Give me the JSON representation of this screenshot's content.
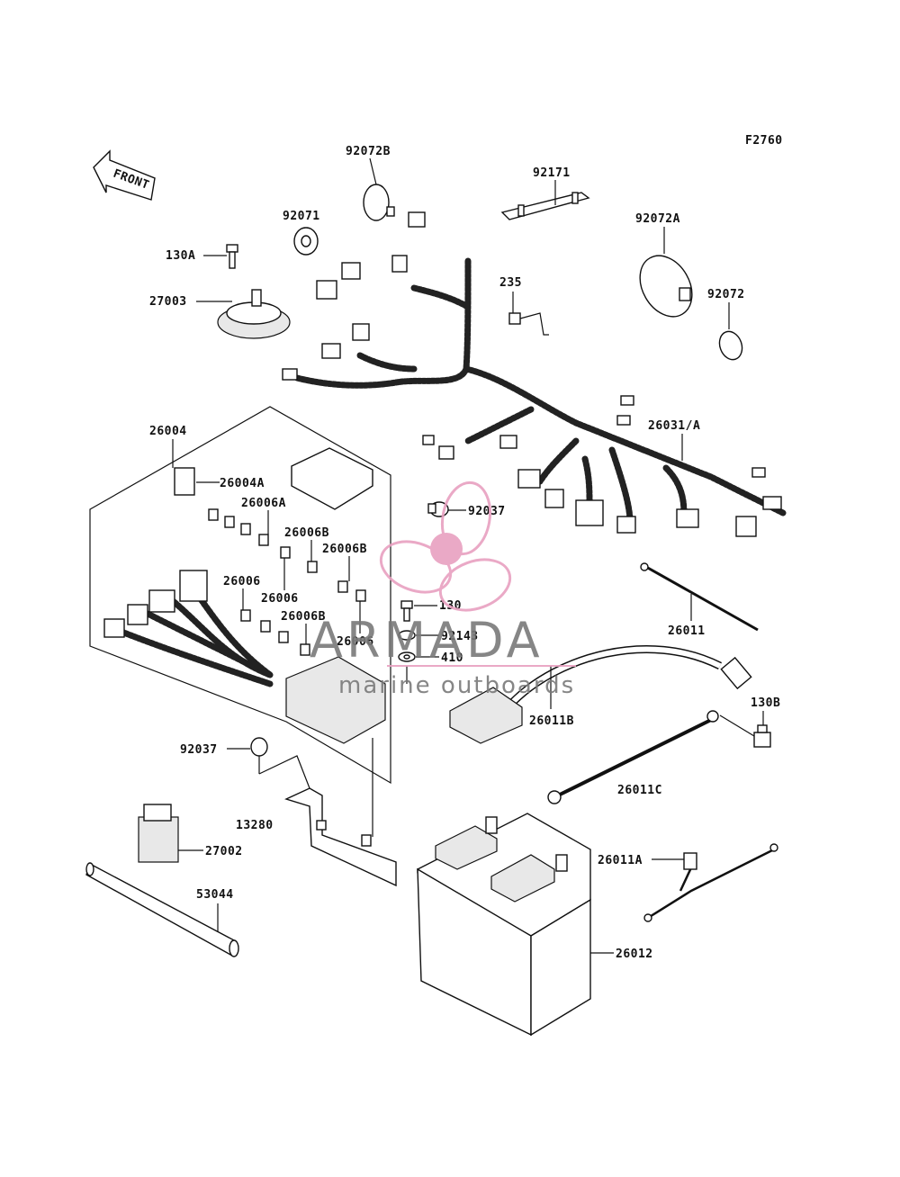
{
  "figure_code": "F2760",
  "front_label": "FRONT",
  "watermark": {
    "brand": "ARMADA",
    "tagline": "marine outboards"
  },
  "parts": [
    "92072B",
    "92071",
    "130A",
    "27003",
    "92171",
    "92072A",
    "235",
    "92072",
    "26004",
    "26004A",
    "26006A",
    "26006B",
    "26006B",
    "26006",
    "26006",
    "26006B",
    "26006",
    "92037",
    "130",
    "92143",
    "410",
    "26031/A",
    "26011",
    "26011B",
    "130B",
    "26011C",
    "92037",
    "13280",
    "27002",
    "53044",
    "26011A",
    "26012"
  ]
}
